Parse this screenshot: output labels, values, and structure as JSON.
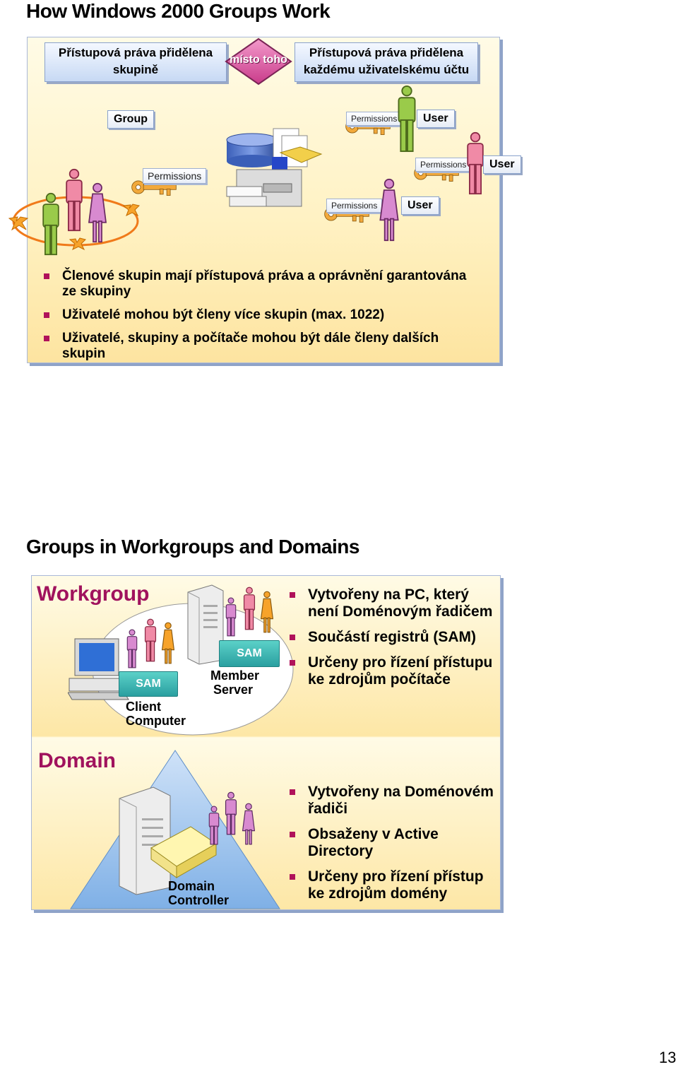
{
  "slide1": {
    "title": "How Windows 2000 Groups Work",
    "left_header": "Přístupová práva přidělena skupině",
    "instead_label": "místo toho",
    "right_header": "Přístupová práva přidělena každému uživatelskému účtu",
    "group_label": "Group",
    "permissions_label": "Permissions",
    "user_label": "User",
    "bullets": [
      "Členové skupin mají přístupová práva a oprávnění garantována ze skupiny",
      "Uživatelé mohou být členy více skupin (max. 1022)",
      "Uživatelé, skupiny a počítače mohou být  dále členy dalších skupin"
    ]
  },
  "slide2": {
    "title": "Groups in Workgroups and Domains",
    "workgroup_title": "Workgroup",
    "domain_title": "Domain",
    "sam_label": "SAM",
    "client_caption": [
      "Client",
      "Computer"
    ],
    "member_caption": [
      "Member",
      "Server"
    ],
    "dc_caption": [
      "Domain",
      "Controller"
    ],
    "workgroup_bullets": [
      "Vytvořeny na PC, který není Doménovým řadičem",
      "Součástí registrů (SAM)",
      "Určeny pro řízení přístupu ke zdrojům počítače"
    ],
    "domain_bullets": [
      "Vytvořeny na Doménovém řadiči",
      "Obsaženy v Active Directory",
      "Určeny pro řízení přístup ke zdrojům domény"
    ]
  },
  "page_number": "13",
  "colors": {
    "accent": "#a0125d",
    "panel_border": "#a9b8d8"
  }
}
